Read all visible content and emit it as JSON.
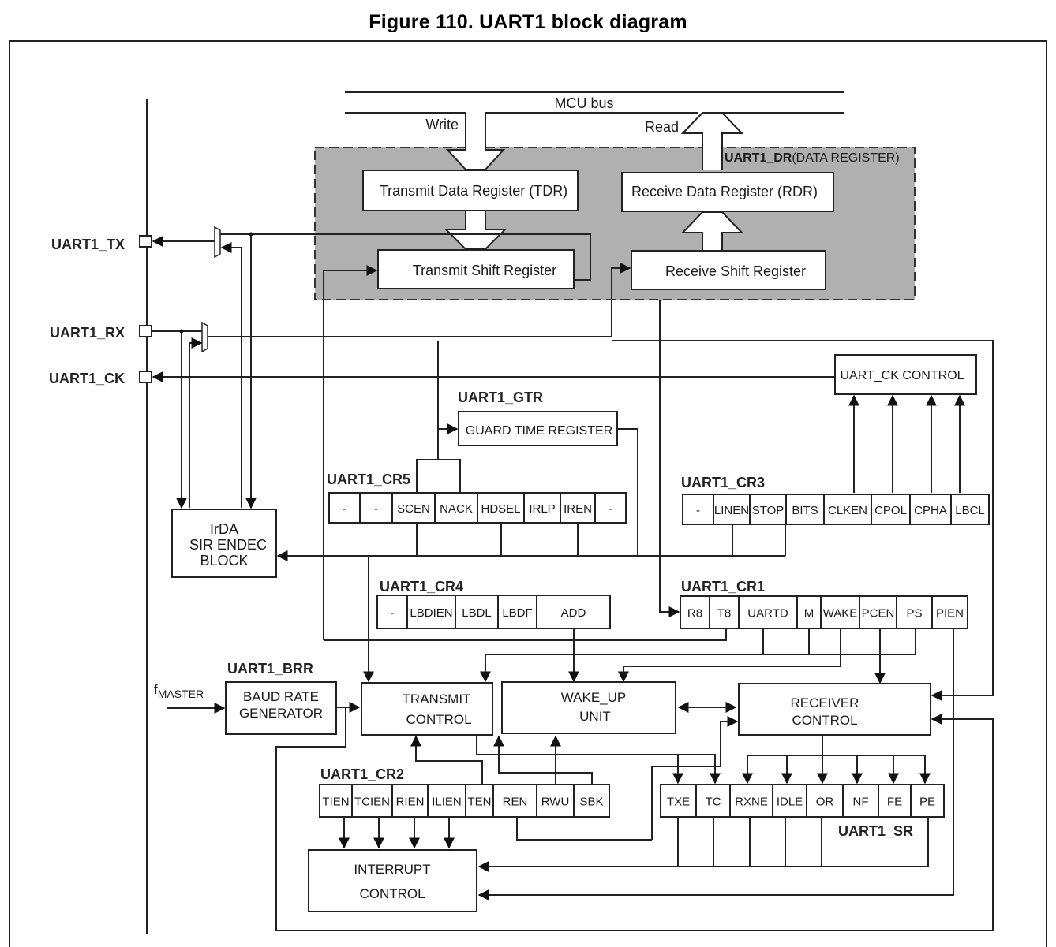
{
  "title": "Figure 110. UART1 block diagram",
  "bus": {
    "label": "MCU bus",
    "write": "Write",
    "read": "Read"
  },
  "data_register": {
    "name": "UART1_DR",
    "desc": "(DATA REGISTER)",
    "tdr": "Transmit Data Register (TDR)",
    "rdr": "Receive Data Register (RDR)",
    "tsr": "Transmit Shift Register",
    "rsr": "Receive Shift Register"
  },
  "pins": {
    "tx": "UART1_TX",
    "rx": "UART1_RX",
    "ck": "UART1_CK"
  },
  "blocks": {
    "uart_ck_control": "UART_CK CONTROL",
    "gtr_name": "UART1_GTR",
    "guard_time": "GUARD TIME REGISTER",
    "irda": [
      "IrDA",
      "SIR ENDEC",
      "BLOCK"
    ],
    "brr_name": "UART1_BRR",
    "baud": [
      "BAUD RATE",
      "GENERATOR"
    ],
    "fmaster_f": "f",
    "fmaster_sub": "MASTER",
    "transmit": [
      "TRANSMIT",
      "CONTROL"
    ],
    "wakeup": [
      "WAKE_UP",
      "UNIT"
    ],
    "receiver": [
      "RECEIVER",
      "CONTROL"
    ],
    "interrupt": [
      "INTERRUPT",
      "CONTROL"
    ]
  },
  "registers": {
    "cr5": {
      "name": "UART1_CR5",
      "bits": [
        "-",
        "-",
        "SCEN",
        "NACK",
        "HDSEL",
        "IRLP",
        "IREN",
        "-"
      ]
    },
    "cr3": {
      "name": "UART1_CR3",
      "bits": [
        "-",
        "LINEN",
        "STOP",
        "BITS",
        "CLKEN",
        "CPOL",
        "CPHA",
        "LBCL"
      ]
    },
    "cr4": {
      "name": "UART1_CR4",
      "bits": [
        "-",
        "LBDIEN",
        "LBDL",
        "LBDF",
        "ADD"
      ]
    },
    "cr1": {
      "name": "UART1_CR1",
      "bits": [
        "R8",
        "T8",
        "UARTD",
        "M",
        "WAKE",
        "PCEN",
        "PS",
        "PIEN"
      ]
    },
    "cr2": {
      "name": "UART1_CR2",
      "bits": [
        "TIEN",
        "TCIEN",
        "RIEN",
        "ILIEN",
        "TEN",
        "REN",
        "RWU",
        "SBK"
      ]
    },
    "sr": {
      "name": "UART1_SR",
      "bits": [
        "TXE",
        "TC",
        "RXNE",
        "IDLE",
        "OR",
        "NF",
        "FE",
        "PE"
      ]
    }
  }
}
